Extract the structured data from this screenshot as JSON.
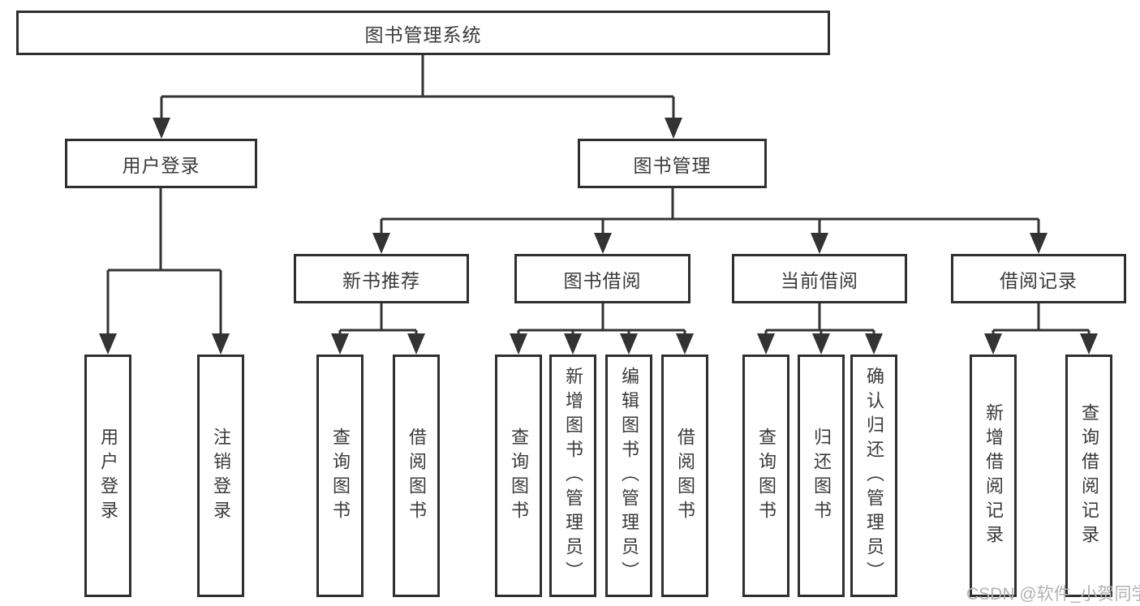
{
  "diagram_title": "图书管理系统",
  "nodes": {
    "root": {
      "label": "图书管理系统"
    },
    "user_login": {
      "label": "用户登录"
    },
    "book_mgmt": {
      "label": "图书管理"
    },
    "new_book_rec": {
      "label": "新书推荐"
    },
    "book_borrow": {
      "label": "图书借阅"
    },
    "current_borrow": {
      "label": "当前借阅"
    },
    "borrow_records": {
      "label": "借阅记录"
    },
    "leaf_user_login": {
      "label": "用户登录"
    },
    "leaf_logout": {
      "label": "注销登录"
    },
    "leaf_nb_query_book": {
      "label": "查询图书"
    },
    "leaf_nb_borrow_book": {
      "label": "借阅图书"
    },
    "leaf_bb_query_book": {
      "label": "查询图书"
    },
    "leaf_bb_add_book": {
      "label": "新增图书（管理员）"
    },
    "leaf_bb_edit_book": {
      "label": "编辑图书（管理员）"
    },
    "leaf_bb_borrow_book": {
      "label": "借阅图书"
    },
    "leaf_cb_query_book": {
      "label": "查询图书"
    },
    "leaf_cb_return_book": {
      "label": "归还图书"
    },
    "leaf_cb_confirm_return": {
      "label": "确认归还（管理员）"
    },
    "leaf_br_add_record": {
      "label": "新增借阅记录"
    },
    "leaf_br_query_record": {
      "label": "查询借阅记录"
    }
  },
  "watermark": {
    "text": "CSDN @软件_小贺同学"
  },
  "colors": {
    "line-color": "#333333",
    "border-color": "#2f2f2f",
    "text-color": "#3a3a3a",
    "watermark-color": "#b2b2b2",
    "bg-color": "#ffffff"
  }
}
